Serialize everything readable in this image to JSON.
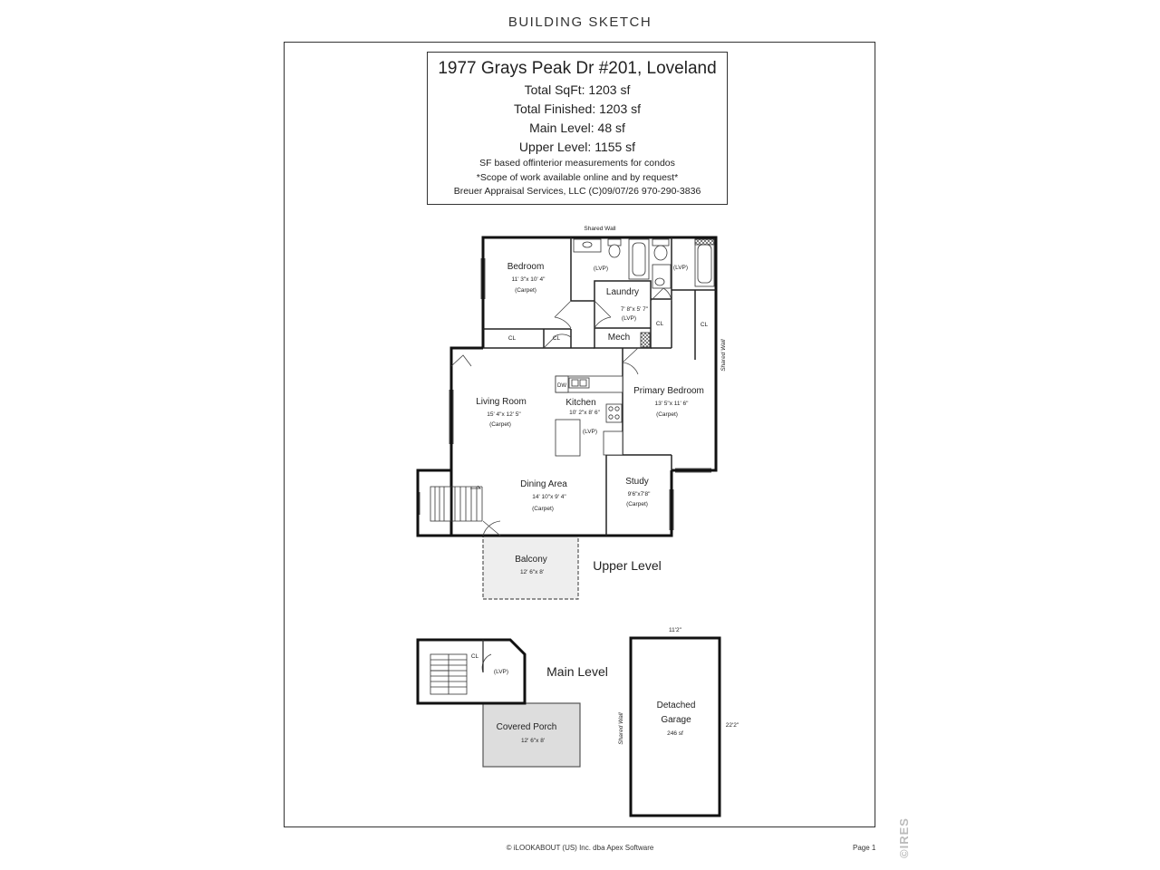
{
  "page": {
    "title": "BUILDING SKETCH",
    "footer": "© iLOOKABOUT (US) Inc. dba Apex Software",
    "page_number": "Page 1",
    "watermark": "©IRES"
  },
  "info": {
    "address": "1977 Grays Peak Dr #201, Loveland",
    "total_sqft": "Total SqFt: 1203 sf",
    "total_finished": "Total Finished: 1203 sf",
    "main_level": "Main Level: 48 sf",
    "upper_level": "Upper Level: 1155 sf",
    "note1": "SF based offinterior measurements for condos",
    "note2": "*Scope of work available online and by request*",
    "credit": "Breuer Appraisal Services, LLC (C)09/07/26 970-290-3836"
  },
  "plan": {
    "shared_wall_top": "Shared Wall",
    "shared_wall_right": "Shared Wall",
    "upper_level_label": "Upper Level",
    "main_level_label": "Main Level",
    "bedroom": {
      "name": "Bedroom",
      "dims": "11' 3\"x 10' 4\"",
      "floor": "(Carpet)"
    },
    "bath1_floor": "(LVP)",
    "bath2_floor": "(LVP)",
    "laundry": {
      "name": "Laundry",
      "dims": "7' 8\"x 5' 7\"",
      "floor": "(LVP)"
    },
    "mech": "Mech",
    "closet": "CL",
    "dw": "DW",
    "living": {
      "name": "Living Room",
      "dims": "15' 4\"x 12' 5\"",
      "floor": "(Carpet)"
    },
    "kitchen": {
      "name": "Kitchen",
      "dims": "10' 2\"x 8' 6\"",
      "floor": "(LVP)"
    },
    "primary": {
      "name": "Primary Bedroom",
      "dims": "13' 5\"x 11' 6\"",
      "floor": "(Carpet)"
    },
    "dining": {
      "name": "Dining Area",
      "dims": "14' 10\"x 9' 4\"",
      "floor": "(Carpet)"
    },
    "study": {
      "name": "Study",
      "dims": "9'6\"x7'8\"",
      "floor": "(Carpet)"
    },
    "balcony": {
      "name": "Balcony",
      "dims": "12' 6\"x 8'"
    },
    "entry_floor": "(LVP)",
    "porch": {
      "name": "Covered Porch",
      "dims": "12' 6\"x 8'"
    },
    "garage": {
      "name1": "Detached",
      "name2": "Garage",
      "area": "246 sf",
      "width": "11'2\"",
      "depth": "22'2\"",
      "shared_wall": "Shared Wall"
    }
  }
}
